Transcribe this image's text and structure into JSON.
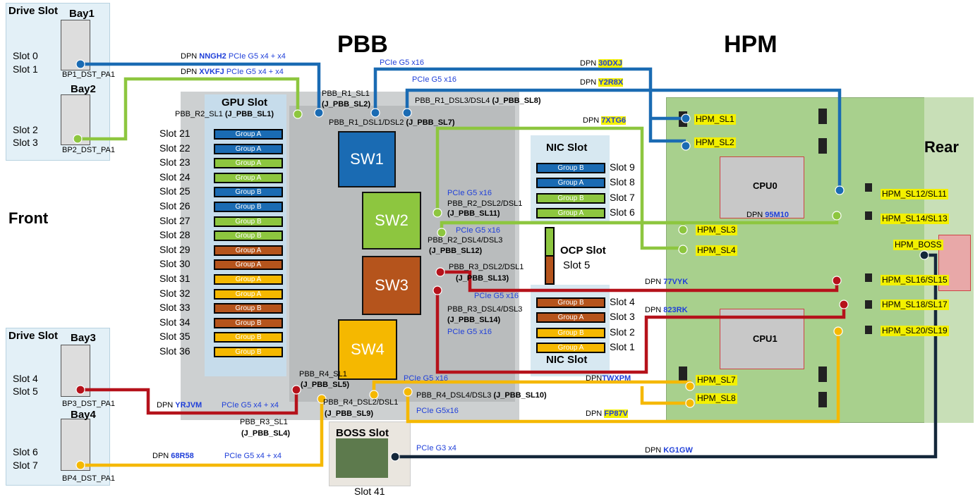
{
  "titles": {
    "pbb": "PBB",
    "hpm": "HPM",
    "front": "Front",
    "rear": "Rear"
  },
  "colors": {
    "blue": "#1a6bb3",
    "green": "#8dc63f",
    "red": "#b5121b",
    "orange": "#f5b800",
    "navy": "#14273a",
    "groupA_blue": "#1a6bb3",
    "brown": "#b5541c"
  },
  "drives": {
    "bay1": {
      "header": "Drive Slot",
      "bay": "Bay1",
      "slots": [
        "Slot 0",
        "Slot 1"
      ],
      "connector": "BP1_DST_PA1"
    },
    "bay2": {
      "bay": "Bay2",
      "slots": [
        "Slot 2",
        "Slot 3"
      ],
      "connector": "BP2_DST_PA1"
    },
    "bay3": {
      "header": "Drive Slot",
      "bay": "Bay3",
      "slots": [
        "Slot 4",
        "Slot 5"
      ],
      "connector": "BP3_DST_PA1"
    },
    "bay4": {
      "bay": "Bay4",
      "slots": [
        "Slot 6",
        "Slot 7"
      ],
      "connector": "BP4_DST_PA1"
    }
  },
  "gpu": {
    "header": "GPU Slot",
    "slots": [
      {
        "label": "Slot 21",
        "group": "Group A",
        "color": "blue"
      },
      {
        "label": "Slot 22",
        "group": "Group A",
        "color": "blue"
      },
      {
        "label": "Slot 23",
        "group": "Group A",
        "color": "green"
      },
      {
        "label": "Slot 24",
        "group": "Group A",
        "color": "green"
      },
      {
        "label": "Slot 25",
        "group": "Group B",
        "color": "blue"
      },
      {
        "label": "Slot 26",
        "group": "Group B",
        "color": "blue"
      },
      {
        "label": "Slot 27",
        "group": "Group B",
        "color": "green"
      },
      {
        "label": "Slot 28",
        "group": "Group B",
        "color": "green"
      },
      {
        "label": "Slot 29",
        "group": "Group A",
        "color": "brown"
      },
      {
        "label": "Slot 30",
        "group": "Group A",
        "color": "brown"
      },
      {
        "label": "Slot 31",
        "group": "Group A",
        "color": "orange"
      },
      {
        "label": "Slot 32",
        "group": "Group A",
        "color": "orange"
      },
      {
        "label": "Slot 33",
        "group": "Group B",
        "color": "brown"
      },
      {
        "label": "Slot 34",
        "group": "Group B",
        "color": "brown"
      },
      {
        "label": "Slot 35",
        "group": "Group B",
        "color": "orange"
      },
      {
        "label": "Slot 36",
        "group": "Group B",
        "color": "orange"
      }
    ]
  },
  "nic_top": {
    "header": "NIC Slot",
    "slots": [
      {
        "label": "Slot 9",
        "group": "Group B",
        "color": "blue"
      },
      {
        "label": "Slot 8",
        "group": "Group A",
        "color": "blue"
      },
      {
        "label": "Slot 7",
        "group": "Group B",
        "color": "green"
      },
      {
        "label": "Slot 6",
        "group": "Group A",
        "color": "green"
      }
    ]
  },
  "nic_bottom": {
    "header": "NIC Slot",
    "slots": [
      {
        "label": "Slot 4",
        "group": "Group B",
        "color": "brown"
      },
      {
        "label": "Slot 3",
        "group": "Group A",
        "color": "brown"
      },
      {
        "label": "Slot 2",
        "group": "Group B",
        "color": "orange"
      },
      {
        "label": "Slot 1",
        "group": "Group A",
        "color": "orange"
      }
    ]
  },
  "ocp": {
    "label": "OCP Slot",
    "slot": "Slot 5"
  },
  "boss": {
    "label": "BOSS Slot",
    "slot": "Slot 41"
  },
  "switches": {
    "sw1": "SW1",
    "sw2": "SW2",
    "sw3": "SW3",
    "sw4": "SW4"
  },
  "cpus": {
    "cpu0": "CPU0",
    "cpu1": "CPU1"
  },
  "connectors": {
    "r1_sl1": "PBB_R1_SL1",
    "r1_sl1_j": "(J_PBB_SL2)",
    "r2_sl1": "PBB_R2_SL1",
    "r2_sl1_j": "(J_PBB_SL1)",
    "r1_dsl1": "PBB_R1_DSL1/DSL2",
    "r1_dsl1_j": "(J_PBB_SL7)",
    "r1_dsl3": "PBB_R1_DSL3/DSL4",
    "r1_dsl3_j": "(J_PBB_SL8)",
    "r2_dsl2": "PBB_R2_DSL2/DSL1",
    "r2_dsl2_j": "(J_PBB_SL11)",
    "r2_dsl4": "PBB_R2_DSL4/DSL3",
    "r2_dsl4_j": "(J_PBB_SL12)",
    "r3_dsl2": "PBB_R3_DSL2/DSL1",
    "r3_dsl2_j": "(J_PBB_SL13)",
    "r3_dsl4": "PBB_R3_DSL4/DSL3",
    "r3_dsl4_j": "(J_PBB_SL14)",
    "r4_sl1": "PBB_R4_SL1",
    "r4_sl1_j": "(J_PBB_SL5)",
    "r3_sl1": "PBB_R3_SL1",
    "r3_sl1_j": "(J_PBB_SL4)",
    "r4_dsl2": "PBB_R4_DSL2/DSL1",
    "r4_dsl2_j": "(J_PBB_SL9)",
    "r4_dsl4": "PBB_R4_DSL4/DSL3",
    "r4_dsl4_j": "(J_PBB_SL10)"
  },
  "hpm_ports": {
    "sl1": "HPM_SL1",
    "sl2": "HPM_SL2",
    "sl3": "HPM_SL3",
    "sl4": "HPM_SL4",
    "sl7": "HPM_SL7",
    "sl8": "HPM_SL8",
    "sl12_11": "HPM_SL12/SL11",
    "sl14_13": "HPM_SL14/SL13",
    "boss": "HPM_BOSS",
    "sl16_15": "HPM_SL16/SL15",
    "sl18_17": "HPM_SL18/SL17",
    "sl20_19": "HPM_SL20/SL19"
  },
  "cables": {
    "dpn": "DPN",
    "nngh2": "NNGH2",
    "xvkfj": "XVKFJ",
    "x4x4": "PCIe G5 x4 + x4",
    "d30dxj": "30DXJ",
    "y2r8x": "Y2R8X",
    "d7xtg6": "7XTG6",
    "d95m10": "95M10",
    "d77vyk": "77VYK",
    "d823rk": "823RK",
    "twxpm": "TWXPM",
    "fp87v": "FP87V",
    "yrjvm": "YRJVM",
    "d68r58": "68R58",
    "kg1gw": "KG1GW",
    "x16": "PCIe G5 x16",
    "x16b": "PCIe G5x16",
    "g3x4": "PCIe G3 x4"
  }
}
